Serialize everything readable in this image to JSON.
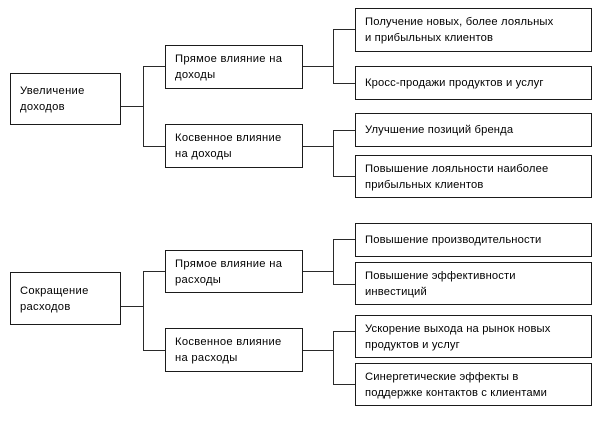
{
  "diagram": {
    "type": "tree-diagram",
    "orientation": "left-to-right",
    "colors": {
      "background": "#ffffff",
      "box_border": "#1b1b1b",
      "connector": "#2a2a2a",
      "text": "#000000"
    },
    "branches": [
      {
        "id": "revenue-increase",
        "root": {
          "label": "Увеличение\nдоходов"
        },
        "children": [
          {
            "id": "direct-revenue",
            "label": "Прямое влияние на\nдоходы",
            "leaves": [
              {
                "id": "new-loyal-clients",
                "label": "Получение новых, более лояльных\nи прибыльных клиентов"
              },
              {
                "id": "cross-sales",
                "label": "Кросс-продажи продуктов и услуг"
              }
            ]
          },
          {
            "id": "indirect-revenue",
            "label": "Косвенное влияние\nна доходы",
            "leaves": [
              {
                "id": "brand-position",
                "label": "Улучшение позиций бренда"
              },
              {
                "id": "client-loyalty",
                "label": "Повышение лояльности наиболее\nприбыльных клиентов"
              }
            ]
          }
        ]
      },
      {
        "id": "cost-reduction",
        "root": {
          "label": "Сокращение\nрасходов"
        },
        "children": [
          {
            "id": "direct-cost",
            "label": "Прямое влияние на\nрасходы",
            "leaves": [
              {
                "id": "productivity",
                "label": "Повышение производительности"
              },
              {
                "id": "investment-efficiency",
                "label": "Повышение эффективности\nинвестиций"
              }
            ]
          },
          {
            "id": "indirect-cost",
            "label": "Косвенное влияние\nна расходы",
            "leaves": [
              {
                "id": "faster-time-to-market",
                "label": "Ускорение выхода на рынок новых\nпродуктов и услуг"
              },
              {
                "id": "synergy-effects",
                "label": "Синергетические эффекты в\nподдержке контактов с клиентами"
              }
            ]
          }
        ]
      }
    ]
  }
}
